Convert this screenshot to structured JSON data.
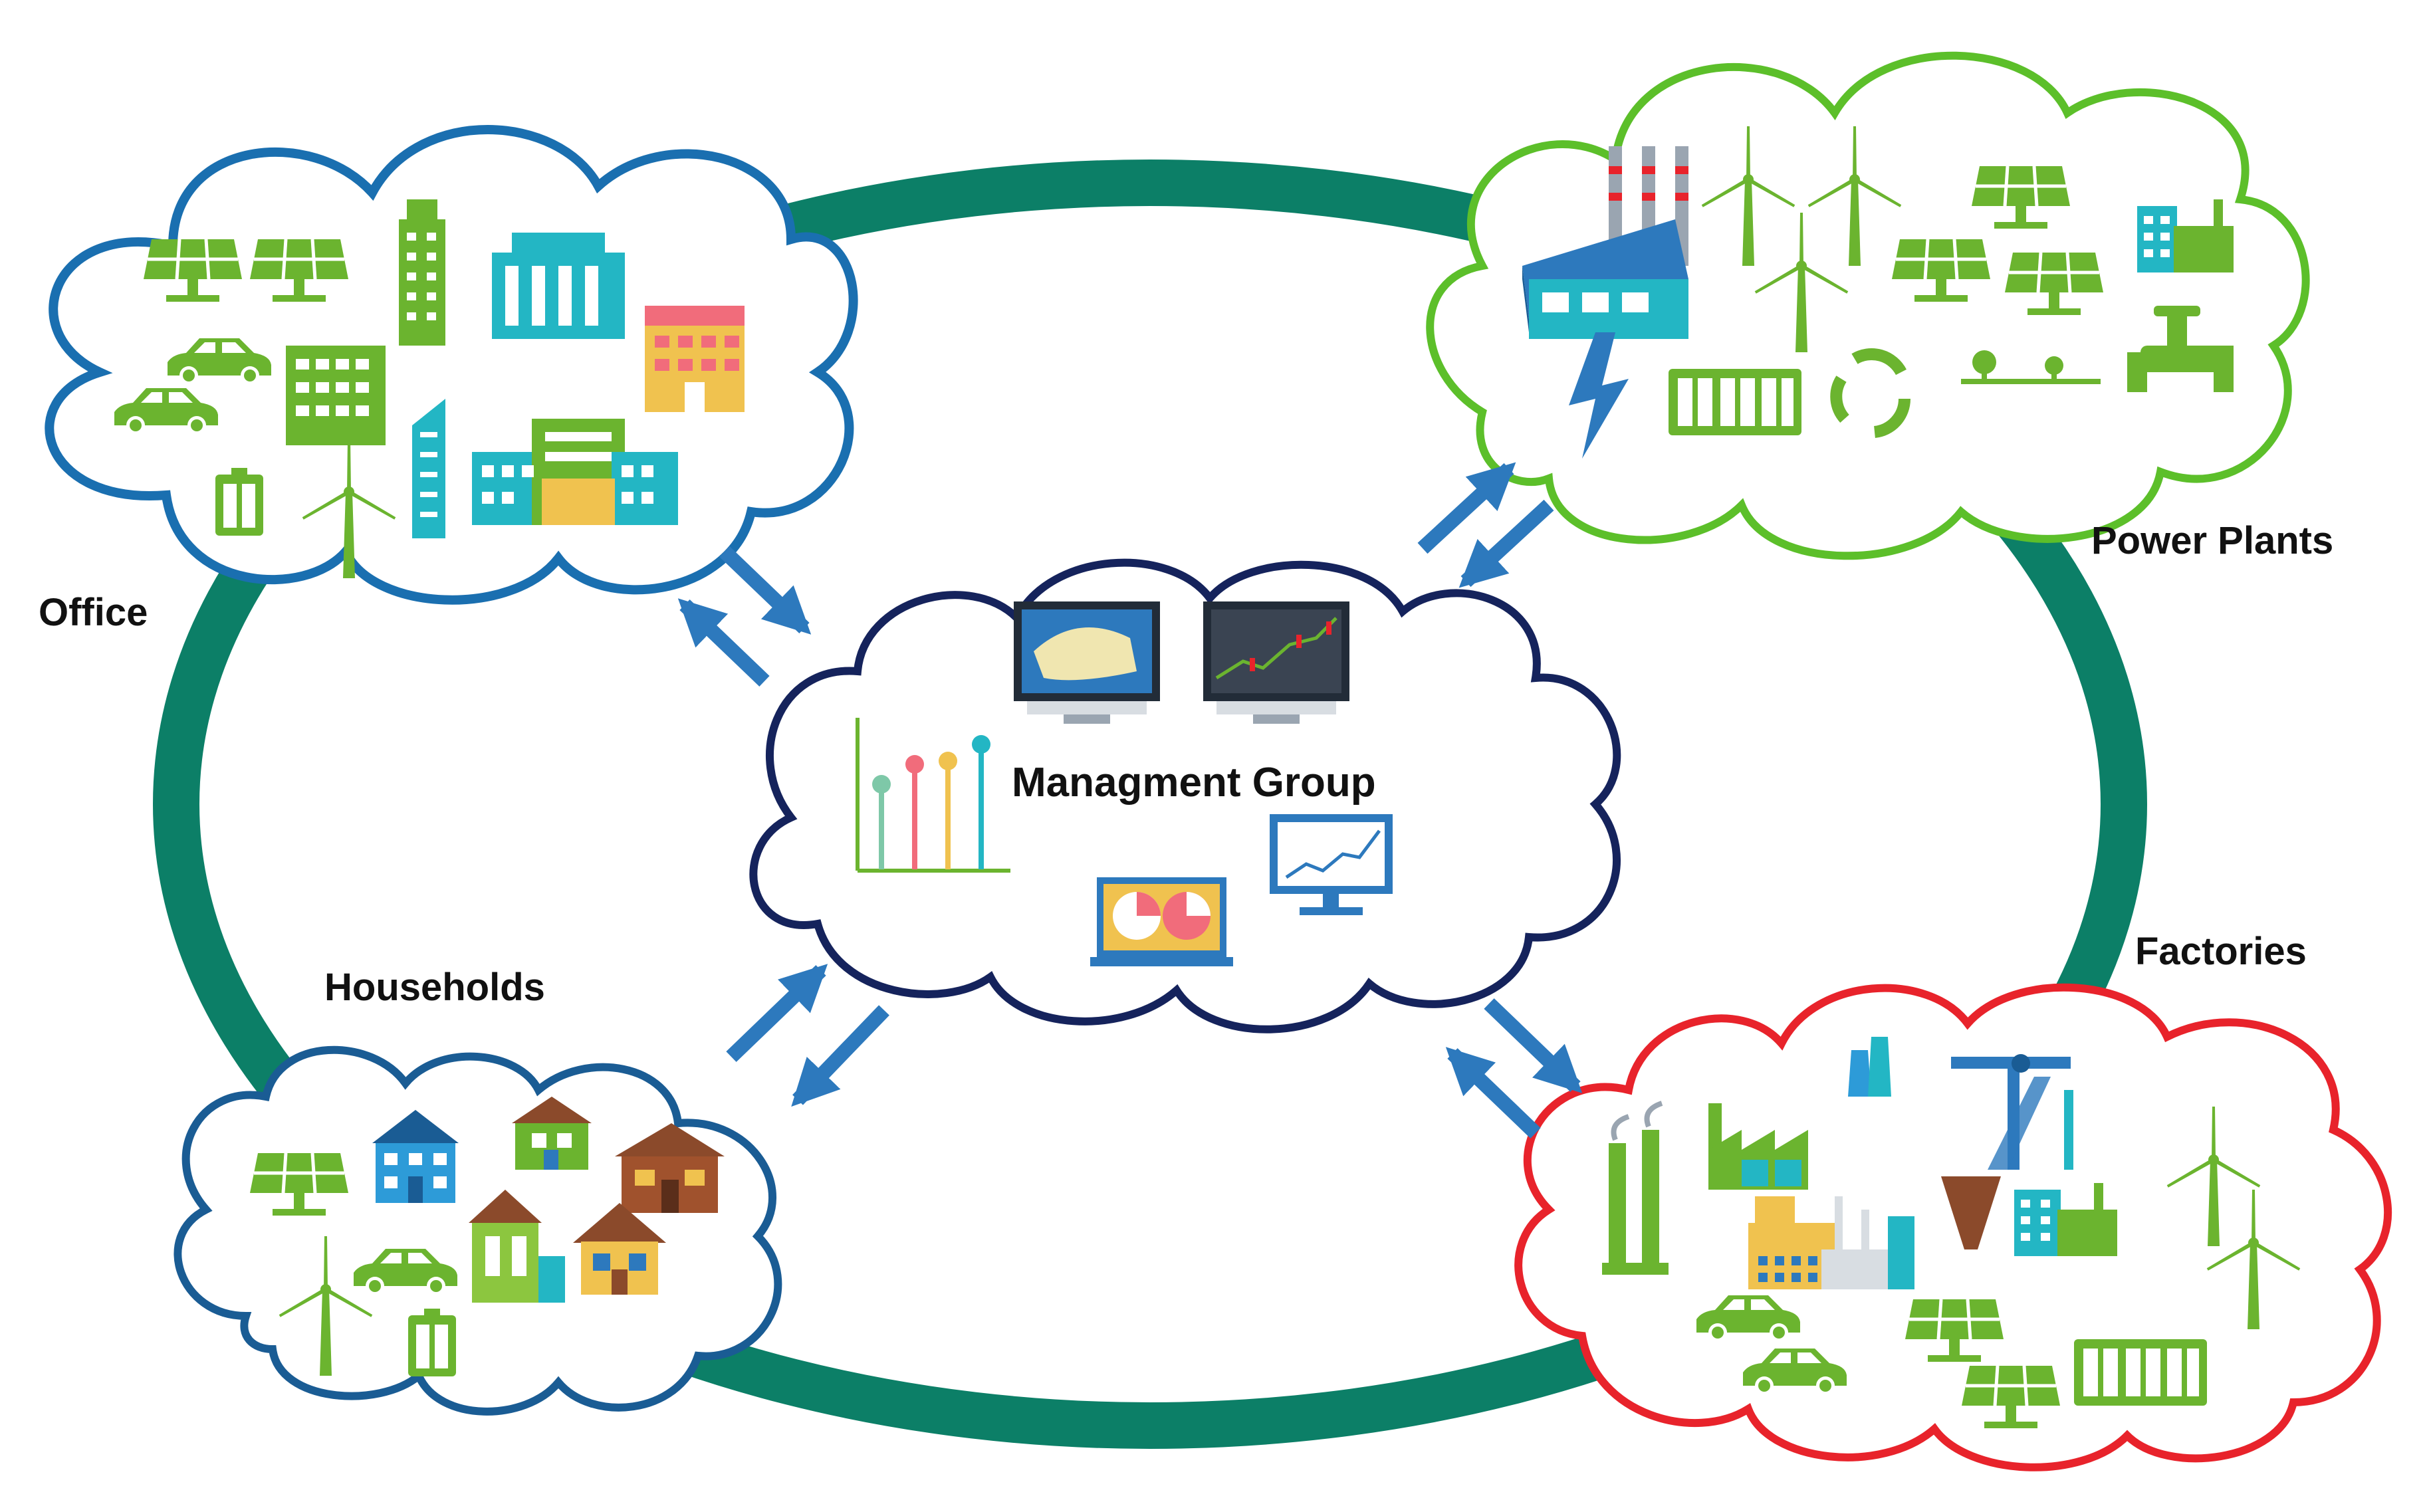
{
  "labels": {
    "office": "Office",
    "power_plants": "Power Plants",
    "households": "Households",
    "factories": "Factories",
    "management": "Managment Group"
  },
  "colors": {
    "ring": "#0c7f67",
    "office_cloud": "#1a6fb0",
    "power_cloud": "#5cbf2a",
    "household_cloud": "#1a5c94",
    "factory_cloud": "#e8232b",
    "management_cloud": "#15235c",
    "arrows": "#2d79bd",
    "icon_green": "#6bb42f",
    "icon_teal": "#23b6c4"
  },
  "icons": {
    "office": [
      "solar-panel-icon",
      "solar-panel-icon",
      "office-tower-icon",
      "office-complex-icon",
      "hotel-building-icon",
      "car-icon",
      "car-icon",
      "office-building-icon",
      "skyscraper-icon",
      "office-campus-icon",
      "battery-icon",
      "wind-turbine-icon"
    ],
    "power_plants": [
      "power-plant-icon",
      "lightning-icon",
      "wind-turbine-icon",
      "wind-turbine-icon",
      "wind-turbine-icon",
      "solar-panel-icon",
      "solar-panel-icon",
      "solar-panel-icon",
      "factory-icon",
      "battery-bank-icon",
      "recycle-icon",
      "tree-line-icon",
      "water-tap-icon"
    ],
    "management": [
      "energy-monitor-icon",
      "stock-chart-monitor-icon",
      "plug-bar-chart-icon",
      "pie-chart-laptop-icon",
      "line-chart-monitor-icon"
    ],
    "households": [
      "solar-panel-icon",
      "house-icon",
      "house-icon",
      "house-icon",
      "house-icon",
      "house-icon",
      "car-icon",
      "wind-turbine-icon",
      "battery-icon"
    ],
    "factories": [
      "chimney-icon",
      "factory-icon",
      "cooling-tower-icon",
      "oil-pump-icon",
      "factory-icon",
      "drill-icon",
      "factory-icon",
      "wind-turbine-icon",
      "wind-turbine-icon",
      "car-icon",
      "car-icon",
      "solar-panel-icon",
      "solar-panel-icon",
      "battery-bank-icon"
    ]
  }
}
